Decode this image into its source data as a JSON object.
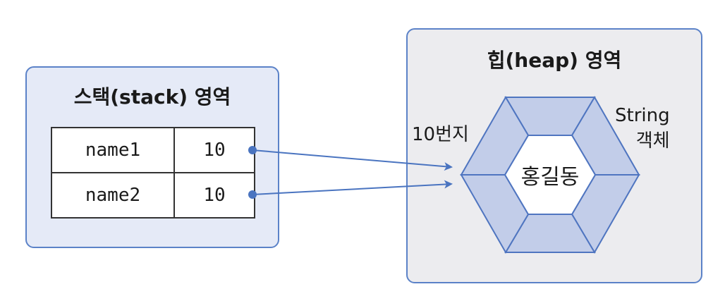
{
  "stack": {
    "title": "스택(stack) 영역",
    "rows": [
      {
        "name": "name1",
        "value": "10"
      },
      {
        "name": "name2",
        "value": "10"
      }
    ]
  },
  "heap": {
    "title": "힙(heap) 영역",
    "address_label": "10번지",
    "object_label_line1": "String",
    "object_label_line2": "객체",
    "object_value": "홍길동"
  },
  "colors": {
    "region_border": "#5b82c8",
    "stack_fill": "#e5eaf7",
    "heap_fill": "#ececef",
    "hex_fill": "#c2cde9",
    "hex_stroke": "#4f75c0",
    "arrow": "#4a74c0"
  }
}
